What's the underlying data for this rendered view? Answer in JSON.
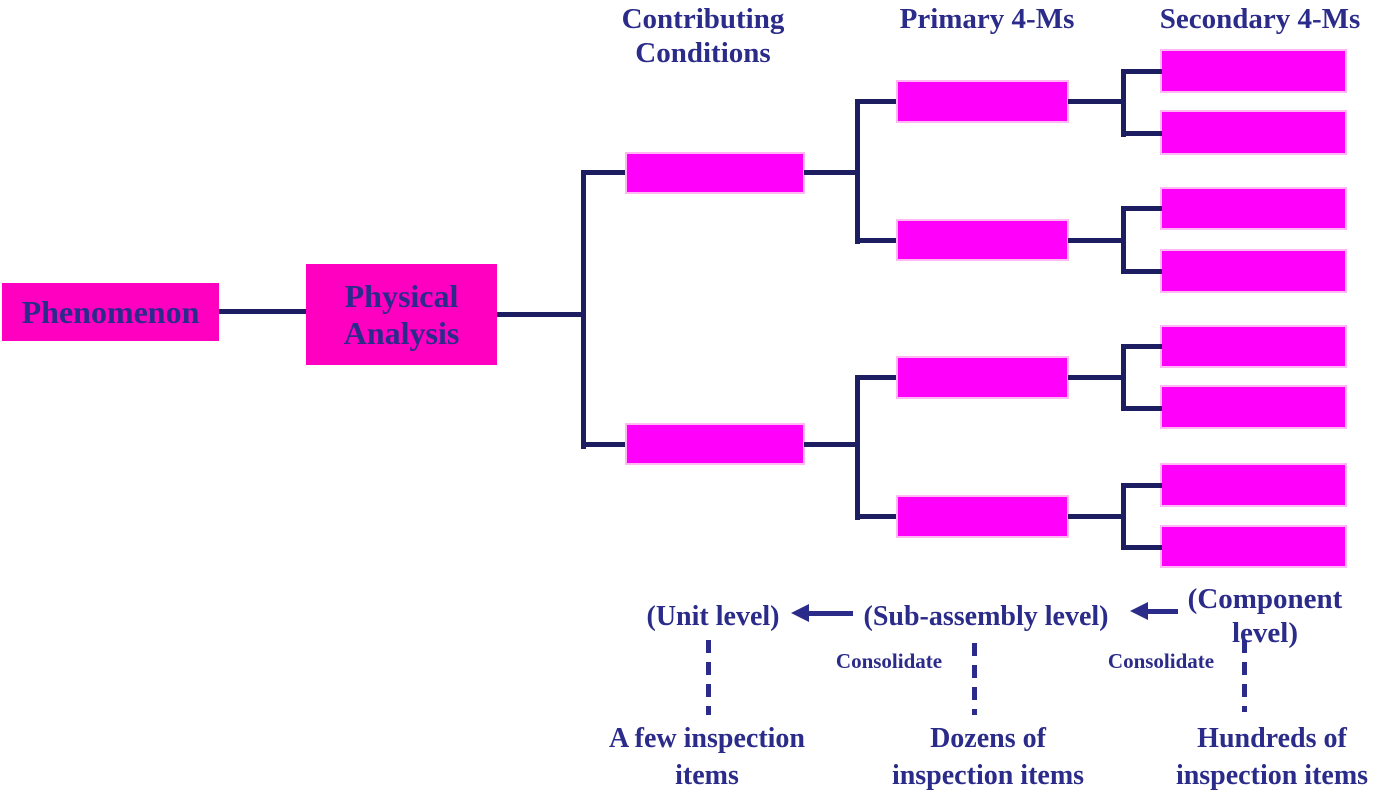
{
  "colors": {
    "title_box_fill": "#ff00c0",
    "node_box_fill": "#ff00fb",
    "text": "#2b2b8a",
    "line": "#1d1d62"
  },
  "nodes": {
    "phenomenon": "Phenomenon",
    "physical_analysis": "Physical\nAnalysis"
  },
  "headers": {
    "contributing_conditions": "Contributing\nConditions",
    "primary_4ms": "Primary 4-Ms",
    "secondary_4ms": "Secondary 4-Ms"
  },
  "levels": {
    "unit": "(Unit level)",
    "sub_assembly": "(Sub-assembly level)",
    "component": "(Component\nlevel)"
  },
  "consolidate": {
    "left": "Consolidate",
    "right": "Consolidate"
  },
  "captions": {
    "unit": "A few inspection\nitems",
    "sub_assembly": "Dozens of\ninspection items",
    "component": "Hundreds of\ninspection items"
  }
}
